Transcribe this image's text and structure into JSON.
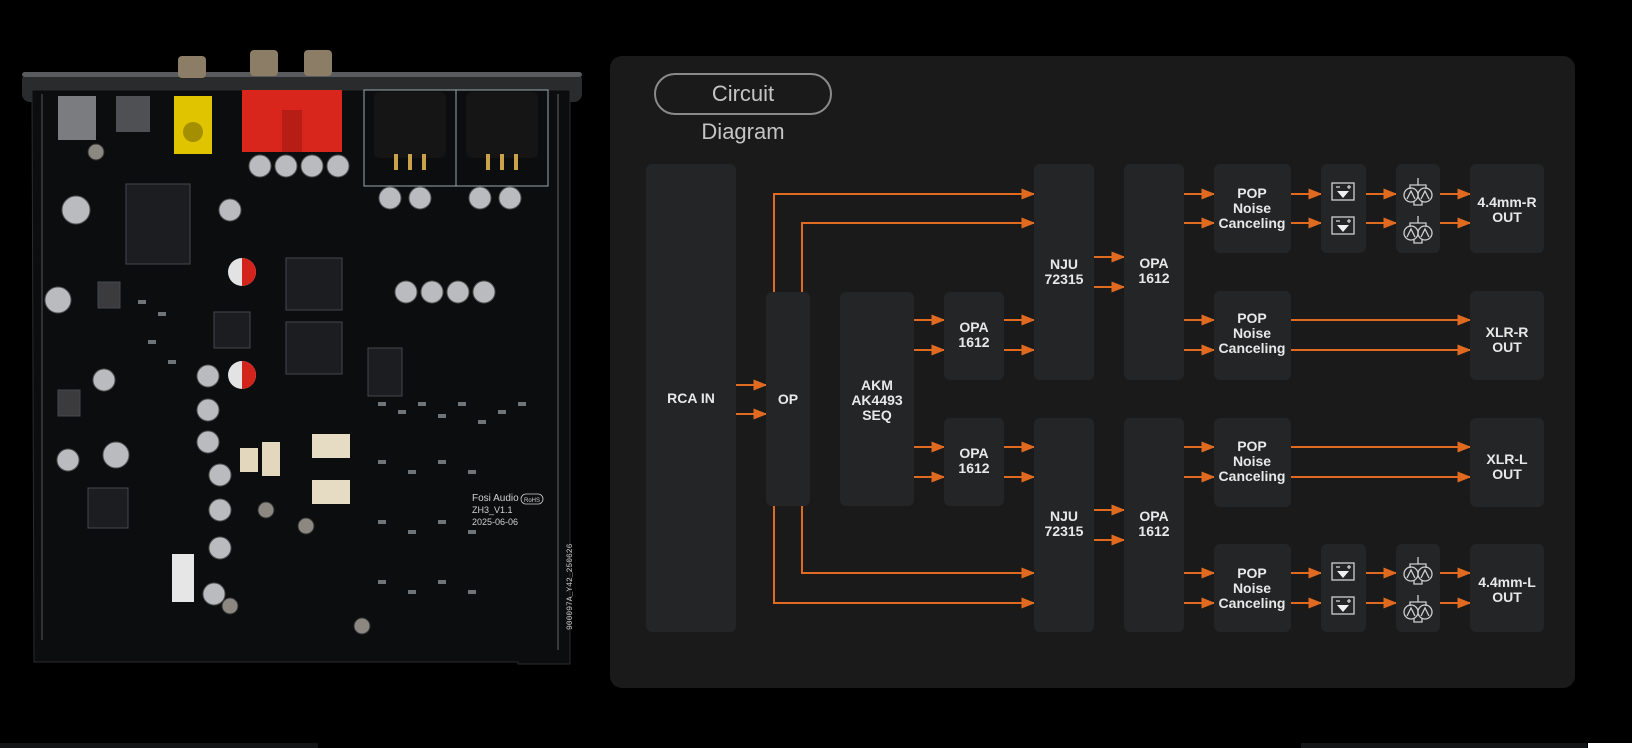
{
  "title": "Circuit Diagram",
  "pcb_photo": {
    "silkscreen_brand": "Fosi Audio",
    "silkscreen_model": "ZH3_V1.1",
    "silkscreen_date": "2025-06-06",
    "silkscreen_rohs": "RoHS",
    "silkscreen_serial": "900097A_Y42_250626"
  },
  "colors": {
    "panel": "#1a1a1a",
    "block": "#242526",
    "signal_wire": "#e06a1f",
    "text": "#e8e8e8",
    "title_border": "#8a8a8a"
  },
  "blocks": {
    "rca_in": [
      "RCA IN"
    ],
    "op": [
      "OP"
    ],
    "dac": [
      "AKM",
      "AK4493",
      "SEQ"
    ],
    "opa_r": [
      "OPA",
      "1612"
    ],
    "opa_l": [
      "OPA",
      "1612"
    ],
    "nju_r": [
      "NJU",
      "72315"
    ],
    "nju_l": [
      "NJU",
      "72315"
    ],
    "opa2_r": [
      "OPA",
      "1612"
    ],
    "opa2_l": [
      "OPA",
      "1612"
    ],
    "pop_1": [
      "POP",
      "Noise",
      "Canceling"
    ],
    "pop_2": [
      "POP",
      "Noise",
      "Canceling"
    ],
    "pop_3": [
      "POP",
      "Noise",
      "Canceling"
    ],
    "pop_4": [
      "POP",
      "Noise",
      "Canceling"
    ],
    "out_44r": [
      "4.4mm-R",
      "OUT"
    ],
    "out_xlrr": [
      "XLR-R",
      "OUT"
    ],
    "out_xlrl": [
      "XLR-L",
      "OUT"
    ],
    "out_44l": [
      "4.4mm-L",
      "OUT"
    ]
  },
  "icons": {
    "opamp": "op-amp-icon",
    "transistor_pair": "transistor-pair-icon"
  }
}
